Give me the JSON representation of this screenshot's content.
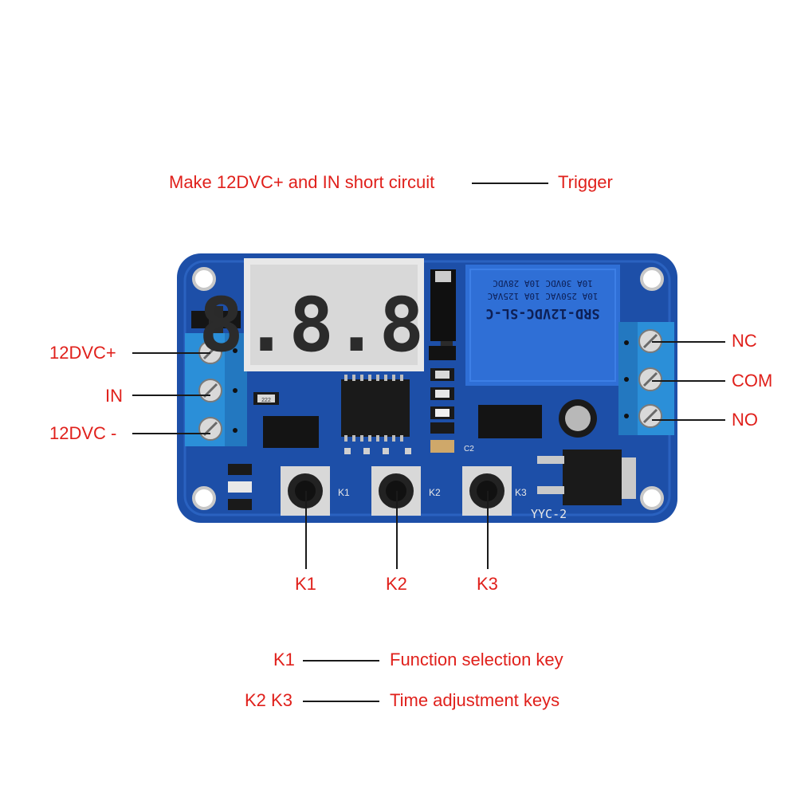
{
  "header": {
    "condition": "Make 12DVC+ and IN short circuit",
    "result": "Trigger"
  },
  "input_terminals": [
    {
      "label": "12DVC+"
    },
    {
      "label": "IN"
    },
    {
      "label": "12DVC -"
    }
  ],
  "output_terminals": [
    {
      "label": "NC"
    },
    {
      "label": "COM"
    },
    {
      "label": "NO"
    }
  ],
  "buttons": [
    {
      "label": "K1",
      "silk": "K1"
    },
    {
      "label": "K2",
      "silk": "K2"
    },
    {
      "label": "K3",
      "silk": "K3"
    }
  ],
  "legend": [
    {
      "key": "K1",
      "desc": "Function selection key"
    },
    {
      "key": "K2 K3",
      "desc": "Time adjustment keys"
    }
  ],
  "board": {
    "model": "YYC-2",
    "display_text": "8.8.8.",
    "relay_lines": [
      "SRD-12VDC-SL-C",
      "10A 250VAC  10A 125VAC",
      "10A 30VDC  10A 28VDC"
    ],
    "cap_label": "C2",
    "resistor_code": "222"
  },
  "colors": {
    "label": "#e0201b",
    "pcb": "#1d4fa8",
    "relay": "#2f6fd6",
    "terminal": "#2b8fd8"
  }
}
